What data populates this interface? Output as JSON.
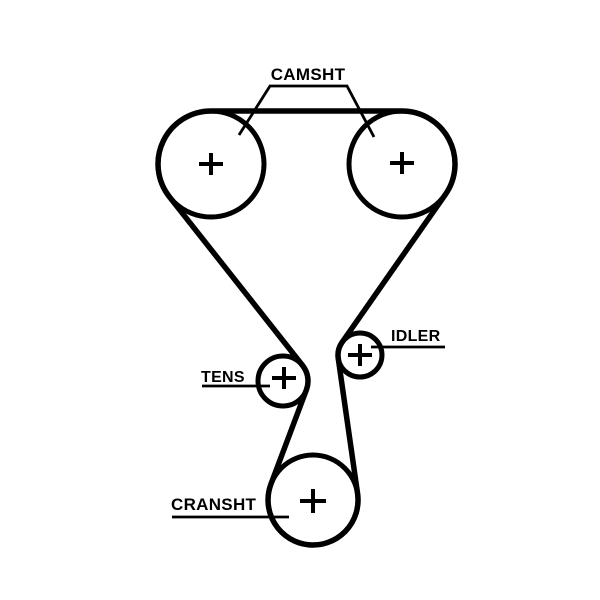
{
  "figure": {
    "background_color": "#ffffff",
    "line_color": "#000000",
    "labels": {
      "camshaft": "CAMSHT",
      "tensioner": "TENS",
      "idler": "IDLER",
      "crankshaft": "CRANSHT"
    },
    "pulleys": [
      {
        "name": "camshaft-left",
        "label": "CAMSHT",
        "center_mark": "+"
      },
      {
        "name": "camshaft-right",
        "label": "CAMSHT",
        "center_mark": "+"
      },
      {
        "name": "idler",
        "label": "IDLER",
        "center_mark": "+"
      },
      {
        "name": "tensioner",
        "label": "TENS",
        "center_mark": "+"
      },
      {
        "name": "crankshaft",
        "label": "CRANSHT",
        "center_mark": "+"
      }
    ]
  }
}
